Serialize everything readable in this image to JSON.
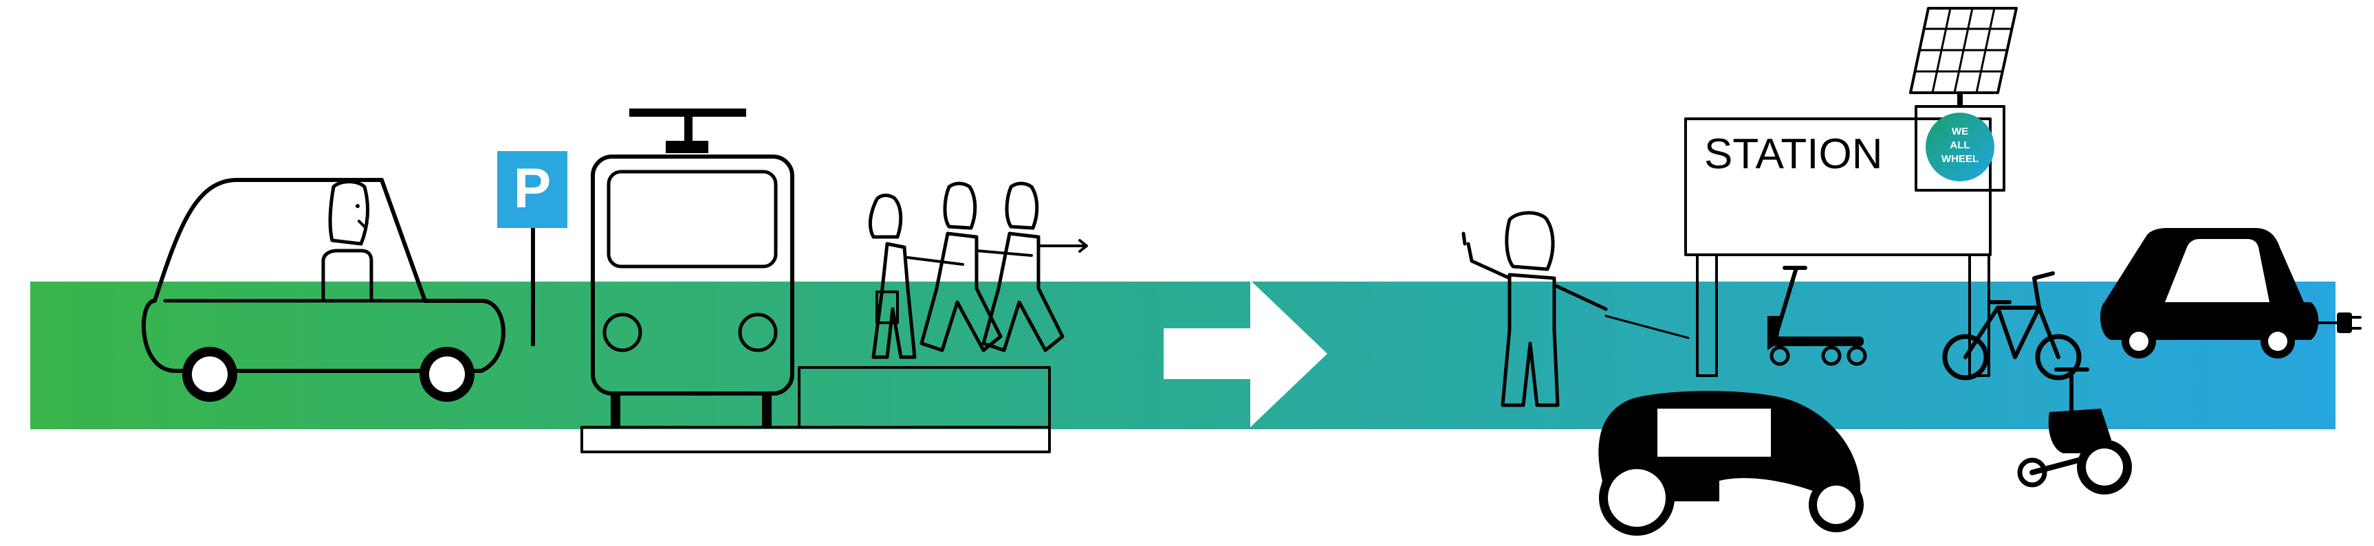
{
  "station": {
    "sign_text": "STATION",
    "badge_lines": [
      "WE",
      "ALL",
      "WHEEL"
    ]
  },
  "parking": {
    "sign_letter": "P"
  },
  "colors": {
    "band_start": "#39b54a",
    "band_mid": "#2aab93",
    "band_end": "#27a6df",
    "parking_blue": "#2aa7df",
    "badge_green": "#1a9f6e",
    "badge_blue": "#21a6de",
    "ink": "#000000"
  },
  "icons": {
    "arrow": "right-arrow-icon",
    "solar": "solar-panel-icon"
  }
}
